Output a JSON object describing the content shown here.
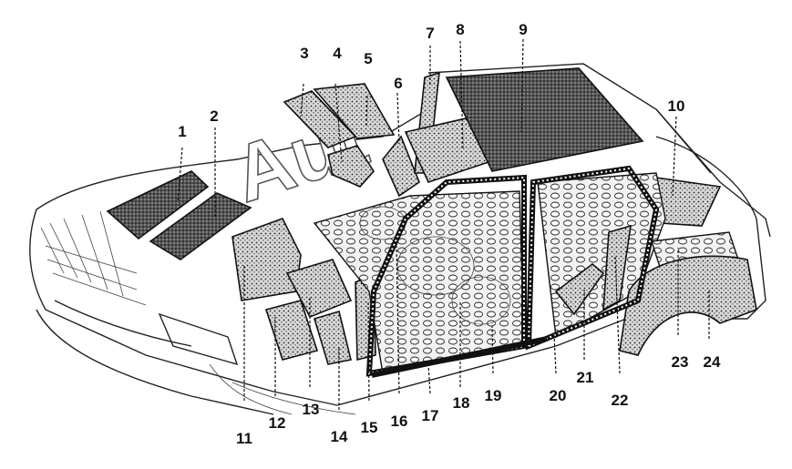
{
  "watermark": "Aut",
  "callouts": [
    {
      "label": "1"
    },
    {
      "label": "2"
    },
    {
      "label": "3"
    },
    {
      "label": "4"
    },
    {
      "label": "5"
    },
    {
      "label": "6"
    },
    {
      "label": "7"
    },
    {
      "label": "8"
    },
    {
      "label": "9"
    },
    {
      "label": "10"
    },
    {
      "label": "11"
    },
    {
      "label": "12"
    },
    {
      "label": "13"
    },
    {
      "label": "14"
    },
    {
      "label": "15"
    },
    {
      "label": "16"
    },
    {
      "label": "17"
    },
    {
      "label": "18"
    },
    {
      "label": "19"
    },
    {
      "label": "20"
    },
    {
      "label": "21"
    },
    {
      "label": "22"
    },
    {
      "label": "23"
    },
    {
      "label": "24"
    }
  ]
}
